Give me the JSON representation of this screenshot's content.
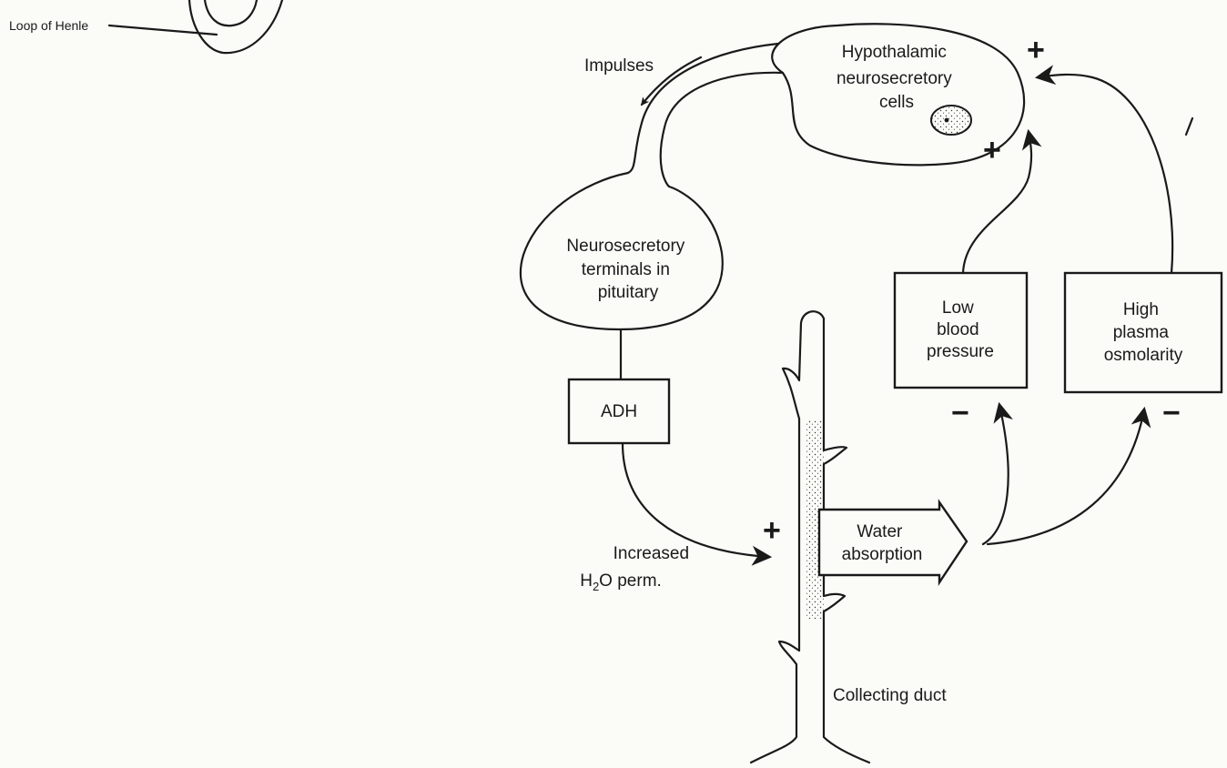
{
  "labels": {
    "loop_of_henle": "Loop of Henle",
    "impulses": "Impulses",
    "hypothalamic": [
      "Hypothalamic",
      "neurosecretory",
      "cells"
    ],
    "terminals": [
      "Neurosecretory",
      "terminals in",
      "pituitary"
    ],
    "adh": "ADH",
    "low_bp": [
      "Low",
      "blood",
      "pressure"
    ],
    "high_osm": [
      "High",
      "plasma",
      "osmolarity"
    ],
    "water_absorption": [
      "Water",
      "absorption"
    ],
    "increased_perm_line1": "Increased",
    "increased_perm_h": "H",
    "increased_perm_sub": "2",
    "increased_perm_rest": "O perm.",
    "collecting_duct": "Collecting duct"
  },
  "signs": {
    "hypothalamus_osmolarity": "+",
    "hypothalamus_pressure": "+",
    "adh_duct": "+",
    "water_to_pressure": "−",
    "water_to_osmolarity": "−"
  },
  "colors": {
    "ink": "#1a1a1a",
    "paper": "#fbfbf8"
  }
}
